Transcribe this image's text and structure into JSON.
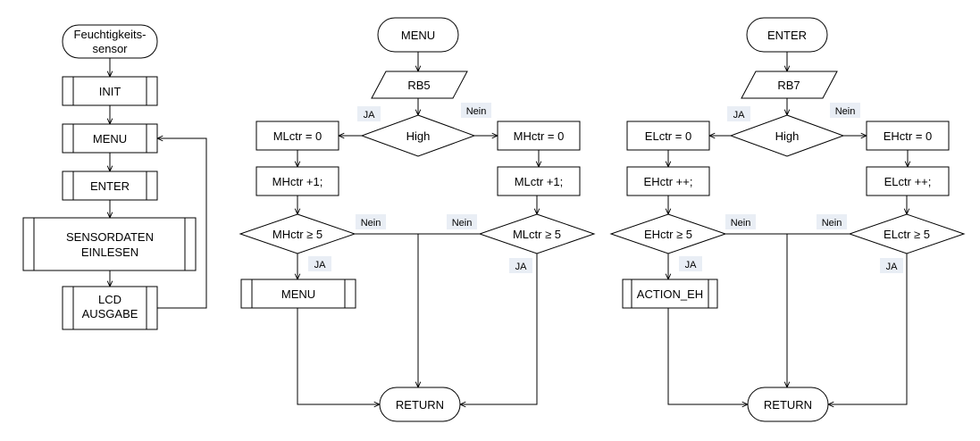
{
  "colors": {
    "stroke": "#000000",
    "fill": "#ffffff",
    "label_background": "#e9eef5"
  },
  "main": {
    "start": [
      "Feuchtigkeits-",
      "sensor"
    ],
    "init": "INIT",
    "menu": "MENU",
    "enter": "ENTER",
    "sensordaten": [
      "SENSORDATEN",
      "EINLESEN"
    ],
    "lcd": [
      "LCD",
      "AUSGABE"
    ]
  },
  "menu_flow": {
    "start": "MENU",
    "input": "RB5",
    "decision": "High",
    "left_assign": "MLctr = 0",
    "right_assign": "MHctr = 0",
    "left_increment": "MHctr +1;",
    "right_increment": "MLctr +1;",
    "left_check": "MHctr ≥ 5",
    "right_check": "MLctr ≥ 5",
    "action": "MENU",
    "end": "RETURN",
    "labels": {
      "yes_top": "JA",
      "no_top": "Nein",
      "no_left": "Nein",
      "no_right": "Nein",
      "yes_left": "JA",
      "yes_right": "JA"
    }
  },
  "enter_flow": {
    "start": "ENTER",
    "input": "RB7",
    "decision": "High",
    "left_assign": "ELctr = 0",
    "right_assign": "EHctr = 0",
    "left_increment": "EHctr ++;",
    "right_increment": "ELctr ++;",
    "left_check": "EHctr ≥ 5",
    "right_check": "ELctr ≥ 5",
    "action": "ACTION_EH",
    "end": "RETURN",
    "labels": {
      "yes_top": "JA",
      "no_top": "Nein",
      "no_left": "Nein",
      "no_right": "Nein",
      "yes_left": "JA",
      "yes_right": "JA"
    }
  }
}
